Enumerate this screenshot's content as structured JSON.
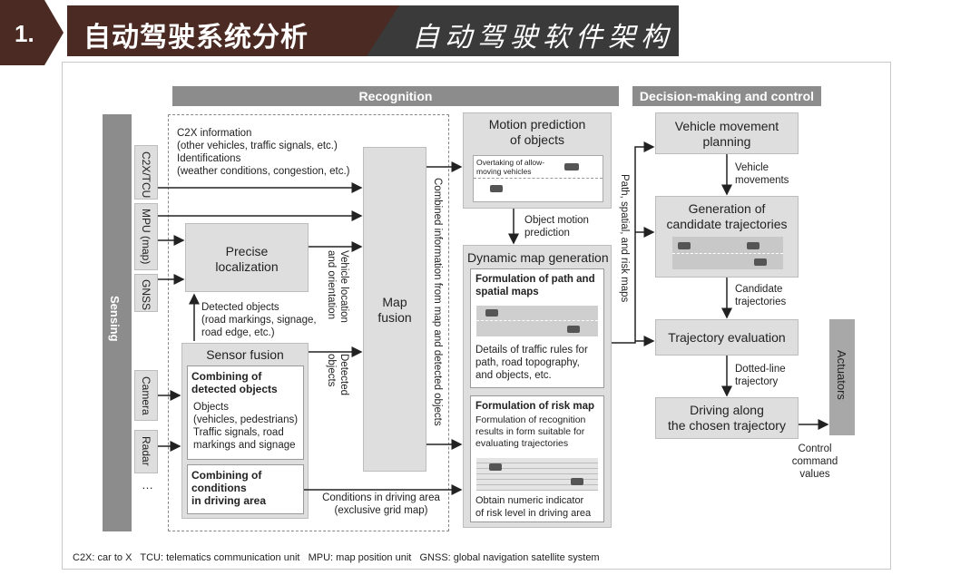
{
  "header": {
    "number": "1.",
    "title": "自动驾驶系统分析",
    "subtitle": "自动驾驶软件架构"
  },
  "diagram": {
    "sections": {
      "recognition": "Recognition",
      "decision": "Decision-making and control"
    },
    "sensing": "Sensing",
    "inputs": [
      "C2X/TCU",
      "MPU (map)",
      "GNSS",
      "Camera",
      "Radar",
      "…"
    ],
    "c2x_info": "C2X information\n(other vehicles, traffic signals, etc.)\nIdentifications\n(weather conditions, congestion, etc.)",
    "precise_localization": "Precise\nlocalization",
    "detected_objects_label": "Detected objects\n(road markings, signage,\nroad edge, etc.)",
    "sensor_fusion": "Sensor fusion",
    "combining_detected": {
      "title": "Combining of\ndetected objects",
      "body": "Objects\n(vehicles, pedestrians)\nTraffic signals, road\nmarkings and signage"
    },
    "combining_conditions": "Combining of\nconditions\nin driving area",
    "vehicle_location": "Vehicle location\nand orientation",
    "detected_objects_vert": "Detected\nobjects",
    "map_fusion": "Map\nfusion",
    "conditions_label": "Conditions in driving area\n(exclusive grid map)",
    "combined_info": "Combined information from map and detected objects",
    "motion_prediction": {
      "title": "Motion prediction\nof objects",
      "inset": "Overtaking of allow-\nmoving vehicles"
    },
    "object_motion_prediction": "Object motion\nprediction",
    "dynamic_map": {
      "title": "Dynamic map generation",
      "path_title": "Formulation of path and\nspatial maps",
      "path_body": "Details of traffic rules for\npath, road topography,\nand objects, etc.",
      "risk_title": "Formulation of risk map",
      "risk_body": "Formulation of recognition\nresults in form suitable for\nevaluating trajectories",
      "risk_footer": "Obtain numeric indicator\nof risk level in driving area"
    },
    "path_maps_vert": "Path, spatial, and risk maps",
    "vehicle_movement_planning": "Vehicle movement\nplanning",
    "vehicle_movements": "Vehicle\nmovements",
    "generation_candidate": "Generation of\ncandidate trajectories",
    "candidate_trajectories": "Candidate\ntrajectories",
    "trajectory_evaluation": "Trajectory evaluation",
    "dotted_line": "Dotted-line\ntrajectory",
    "driving_along": "Driving along\nthe chosen trajectory",
    "actuators": "Actuators",
    "control_values": "Control\ncommand\nvalues",
    "footnote": "C2X: car to X   TCU: telematics communication unit   MPU: map position unit   GNSS: global navigation satellite system"
  }
}
